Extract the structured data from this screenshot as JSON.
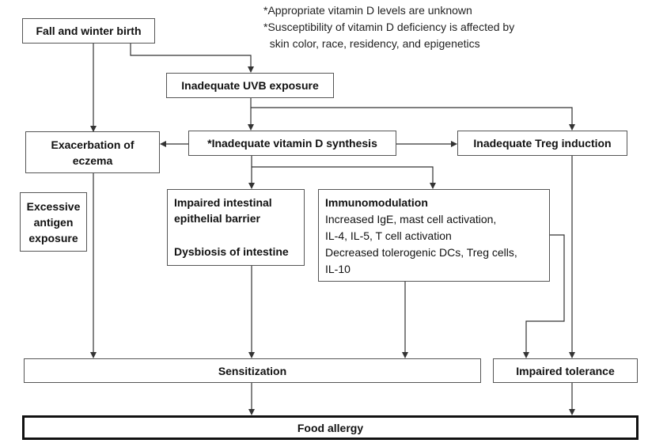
{
  "notes": [
    "*Appropriate vitamin D levels are unknown",
    "*Susceptibility of vitamin D deficiency is affected by",
    "  skin color, race, residency, and epigenetics"
  ],
  "boxes": {
    "fall_winter_birth": "Fall and winter birth",
    "uvb": "Inadequate UVB exposure",
    "vitd": "*Inadequate vitamin D synthesis",
    "treg_induction": "Inadequate Treg induction",
    "eczema": [
      "Exacerbation of",
      "eczema"
    ],
    "antigen": [
      "Excessive",
      "antigen",
      "exposure"
    ],
    "barrier": [
      "Impaired intestinal",
      "epithelial barrier"
    ],
    "dysbiosis": "Dysbiosis of intestine",
    "immuno_title": "Immunomodulation",
    "immuno_lines": [
      "Increased IgE, mast cell activation,",
      "IL-4, IL-5, T cell activation",
      "Decreased tolerogenic DCs, Treg cells,",
      "IL-10"
    ],
    "sensitization": "Sensitization",
    "impaired_tolerance": "Impaired tolerance",
    "food_allergy": "Food allergy"
  }
}
